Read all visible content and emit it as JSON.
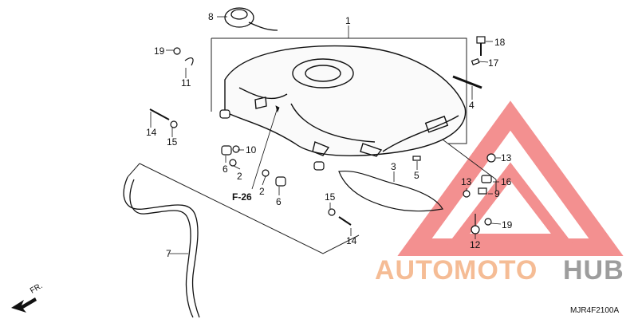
{
  "diagram": {
    "part_callouts": [
      "1",
      "2",
      "2",
      "3",
      "4",
      "5",
      "6",
      "6",
      "7",
      "8",
      "9",
      "10",
      "11",
      "12",
      "13",
      "13",
      "14",
      "14",
      "15",
      "15",
      "16",
      "17",
      "18",
      "19",
      "19"
    ],
    "section_ref": "F-26",
    "direction_label": "FR.",
    "diagram_code": "MJR4F2100A"
  },
  "watermark": {
    "part1": "AUTO",
    "part2": "MOTO",
    "part3": "HUB",
    "colors": {
      "auto": "#f4b183",
      "moto": "#f4b183",
      "hub": "#8c8c8c",
      "triangle": "#ef6b6b"
    }
  }
}
